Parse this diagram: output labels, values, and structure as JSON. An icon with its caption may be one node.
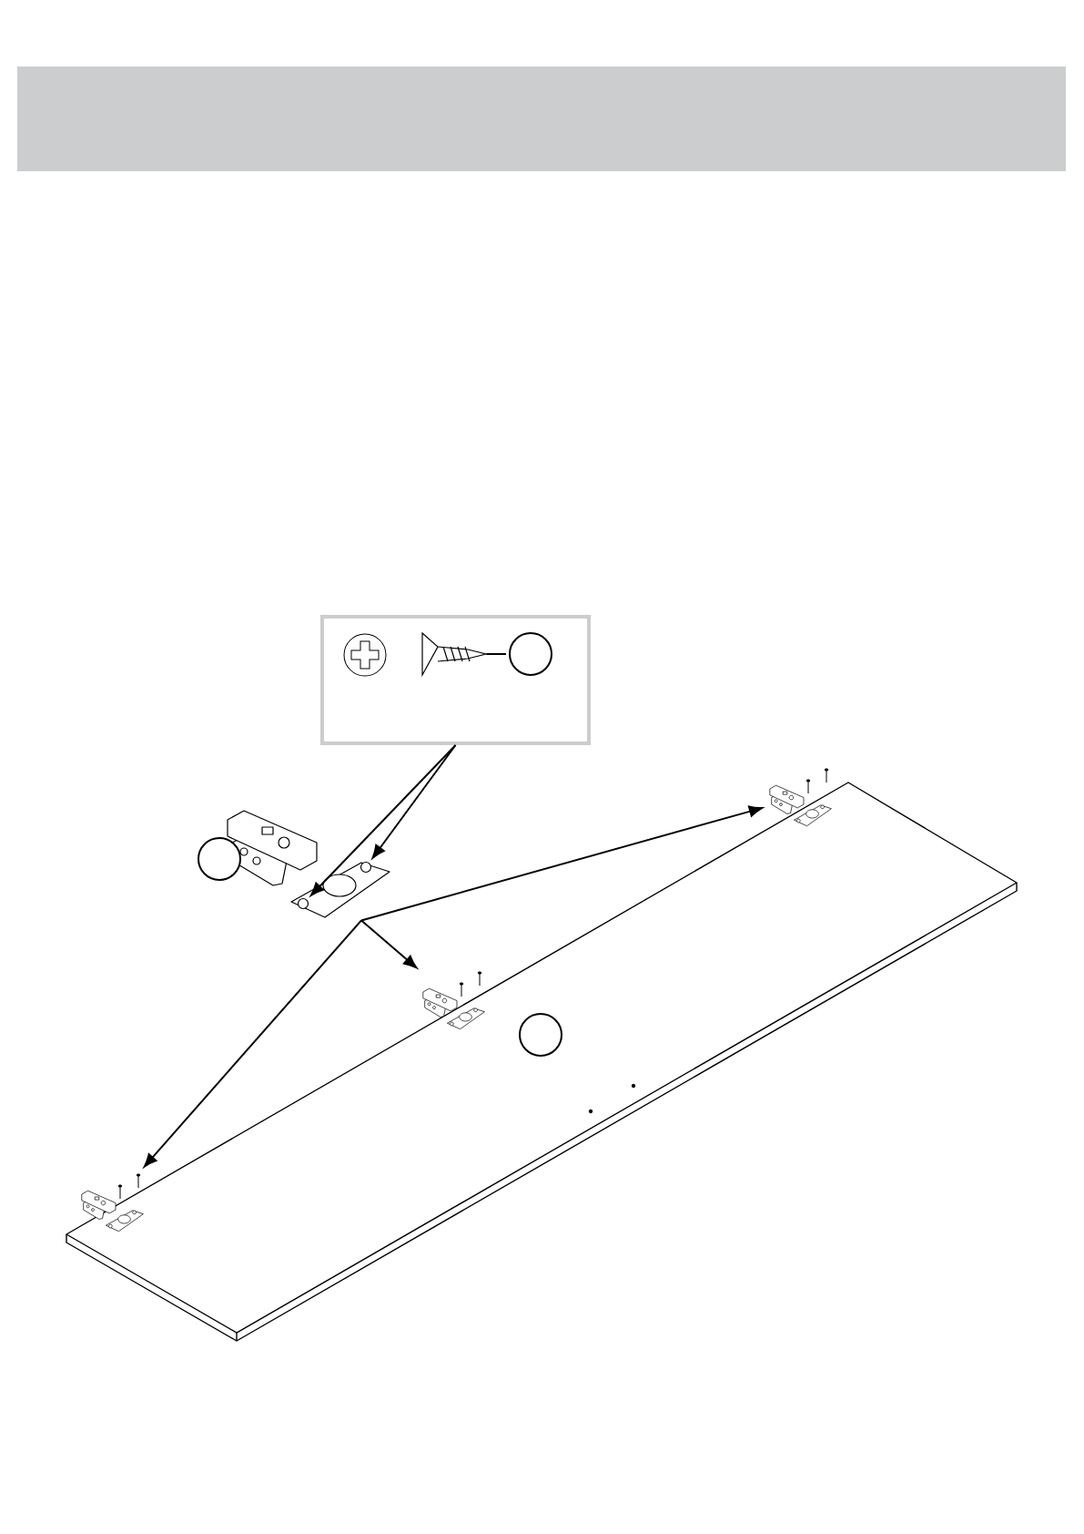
{
  "diagram": {
    "nodes": [
      {
        "text": [],
        "shape": "box"
      },
      {
        "text": [],
        "shape": "screw",
        "in": 0
      },
      {
        "text": [],
        "shape": "circle",
        "in": 0
      },
      {
        "text": [],
        "shape": "hinge"
      },
      {
        "text": [],
        "shape": "hole",
        "in": 3
      },
      {
        "text": [],
        "shape": "hole",
        "in": 3
      },
      {
        "text": [],
        "shape": "circle"
      },
      {
        "text": [],
        "shape": "hinge"
      },
      {
        "text": [],
        "shape": "hinge"
      },
      {
        "text": [],
        "shape": "circle"
      },
      {
        "text": [],
        "shape": "hinge"
      }
    ],
    "edges": [
      {
        "from": 1,
        "to": 2,
        "arrow": "none"
      },
      {
        "from": 0,
        "to": 4,
        "arrow": "to"
      },
      {
        "from": 0,
        "to": 5,
        "arrow": "to"
      },
      {
        "from": 3,
        "to": 7,
        "arrow": "to"
      },
      {
        "from": 3,
        "to": 8,
        "arrow": "to"
      },
      {
        "from": 3,
        "to": 10,
        "arrow": "to"
      }
    ]
  }
}
